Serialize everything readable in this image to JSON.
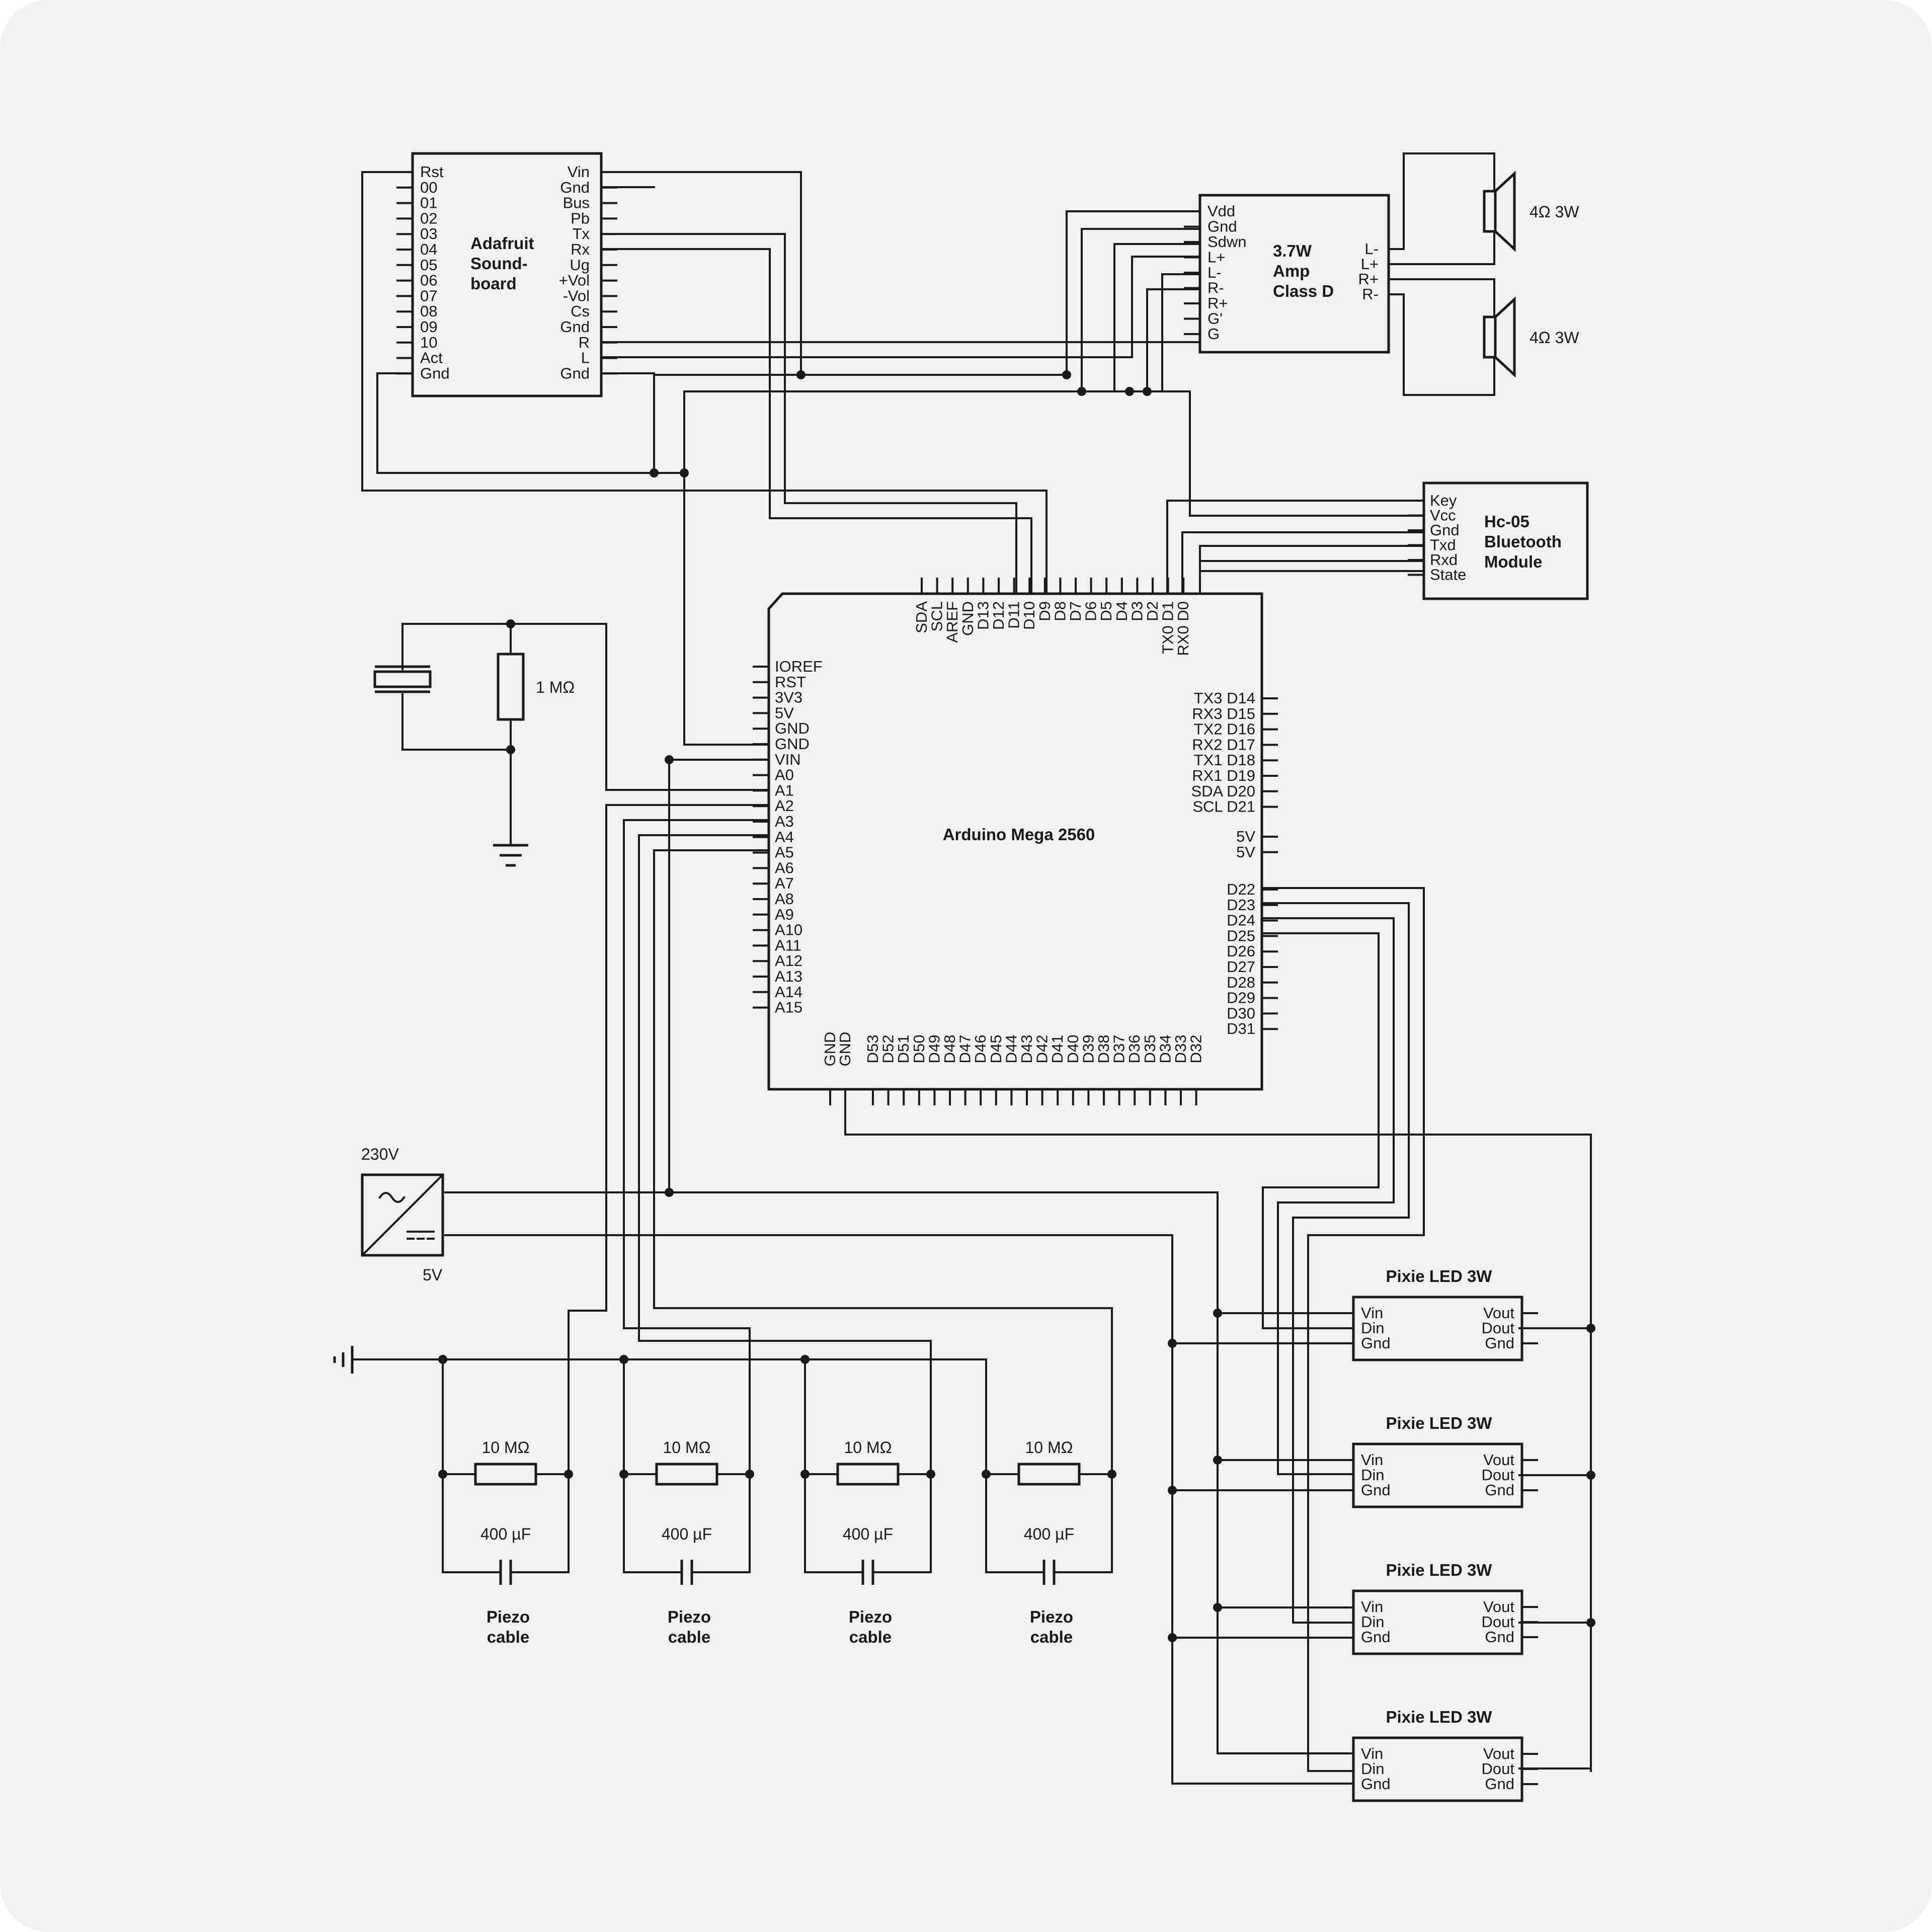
{
  "soundboard": {
    "title_lines": [
      "Adafruit",
      "Sound-",
      "board"
    ],
    "left_pins": [
      "Rst",
      "00",
      "01",
      "02",
      "03",
      "04",
      "05",
      "06",
      "07",
      "08",
      "09",
      "10",
      "Act",
      "Gnd"
    ],
    "right_pins": [
      "Vin",
      "Gnd",
      "Bus",
      "Pb",
      "Tx",
      "Rx",
      "Ug",
      "+Vol",
      "-Vol",
      "Cs",
      "Gnd",
      "R",
      "L",
      "Gnd"
    ]
  },
  "amp": {
    "title_lines": [
      "3.7W",
      "Amp",
      "Class D"
    ],
    "left_pins": [
      "Vdd",
      "Gnd",
      "Sdwn",
      "L+",
      "L-",
      "R-",
      "R+",
      "G'",
      "G"
    ],
    "right_pins": [
      "L-",
      "L+",
      "R+",
      "R-"
    ]
  },
  "speakers": [
    "4Ω 3W",
    "4Ω 3W"
  ],
  "bluetooth": {
    "title_lines": [
      "Hc-05",
      "Bluetooth",
      "Module"
    ],
    "pins": [
      "Key",
      "Vcc",
      "Gnd",
      "Txd",
      "Rxd",
      "State"
    ]
  },
  "arduino": {
    "title": "Arduino Mega 2560",
    "top_pins": [
      "SDA",
      "SCL",
      "AREF",
      "GND",
      "D13",
      "D12",
      "D11",
      "D10",
      "D9",
      "D8",
      "D7",
      "D6",
      "D5",
      "D4",
      "D3",
      "D2",
      "TX0 D1",
      "RX0 D0"
    ],
    "left_pins": [
      "IOREF",
      "RST",
      "3V3",
      "5V",
      "GND",
      "GND",
      "VIN",
      "A0",
      "A1",
      "A2",
      "A3",
      "A4",
      "A5",
      "A6",
      "A7",
      "A8",
      "A9",
      "A10",
      "A11",
      "A12",
      "A13",
      "A14",
      "A15"
    ],
    "right_pins_top": [
      "TX3 D14",
      "RX3 D15",
      "TX2 D16",
      "RX2 D17",
      "TX1 D18",
      "RX1 D19",
      "SDA D20",
      "SCL D21"
    ],
    "right_pins_5v": [
      "5V",
      "5V"
    ],
    "right_pins_bottom": [
      "D22",
      "D23",
      "D24",
      "D25",
      "D26",
      "D27",
      "D28",
      "D29",
      "D30",
      "D31"
    ],
    "bottom_pins": [
      "GND",
      "GND",
      "D53",
      "D52",
      "D51",
      "D50",
      "D49",
      "D48",
      "D47",
      "D46",
      "D45",
      "D44",
      "D43",
      "D42",
      "D41",
      "D40",
      "D39",
      "D38",
      "D37",
      "D36",
      "D35",
      "D34",
      "D33",
      "D32"
    ]
  },
  "crystal_resistor": "1 MΩ",
  "power_supply": {
    "input": "230V",
    "output": "5V"
  },
  "piezo_channels": [
    {
      "resistor": "10 MΩ",
      "capacitor": "400 µF",
      "label_lines": [
        "Piezo",
        "cable"
      ]
    },
    {
      "resistor": "10 MΩ",
      "capacitor": "400 µF",
      "label_lines": [
        "Piezo",
        "cable"
      ]
    },
    {
      "resistor": "10 MΩ",
      "capacitor": "400 µF",
      "label_lines": [
        "Piezo",
        "cable"
      ]
    },
    {
      "resistor": "10 MΩ",
      "capacitor": "400 µF",
      "label_lines": [
        "Piezo",
        "cable"
      ]
    }
  ],
  "leds": [
    {
      "title": "Pixie LED 3W",
      "left_pins": [
        "Vin",
        "Din",
        "Gnd"
      ],
      "right_pins": [
        "Vout",
        "Dout",
        "Gnd"
      ]
    },
    {
      "title": "Pixie LED 3W",
      "left_pins": [
        "Vin",
        "Din",
        "Gnd"
      ],
      "right_pins": [
        "Vout",
        "Dout",
        "Gnd"
      ]
    },
    {
      "title": "Pixie LED 3W",
      "left_pins": [
        "Vin",
        "Din",
        "Gnd"
      ],
      "right_pins": [
        "Vout",
        "Dout",
        "Gnd"
      ]
    },
    {
      "title": "Pixie LED 3W",
      "left_pins": [
        "Vin",
        "Din",
        "Gnd"
      ],
      "right_pins": [
        "Vout",
        "Dout",
        "Gnd"
      ]
    }
  ]
}
